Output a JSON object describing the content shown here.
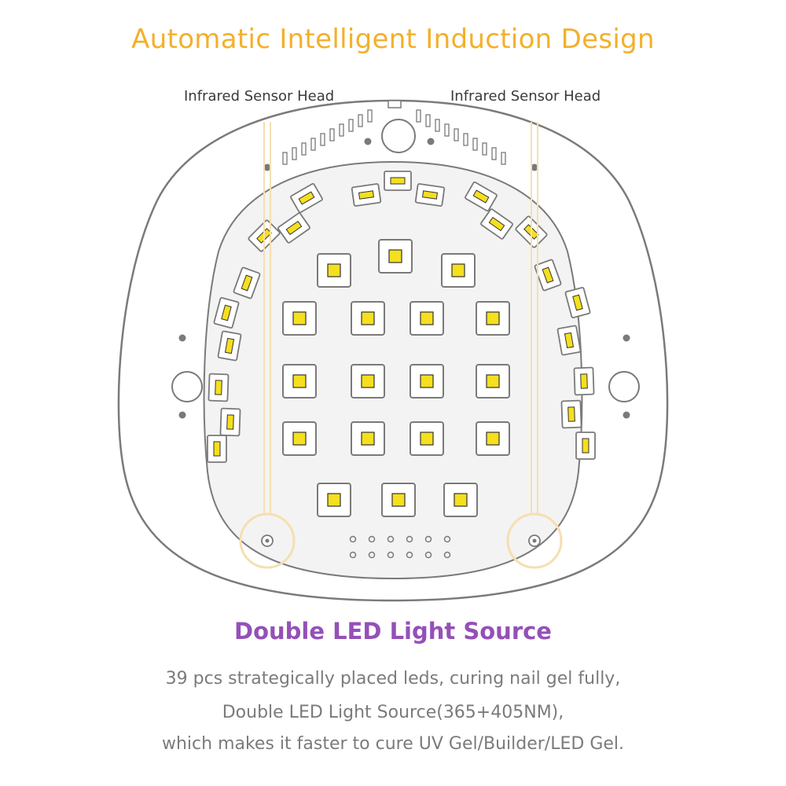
{
  "header": {
    "title": "Automatic Intelligent Induction Design",
    "title_color": "#f3b02a"
  },
  "sensor_labels": {
    "left": "Infrared Sensor Head",
    "right": "Infrared Sensor Head",
    "color": "#3a3a3a"
  },
  "product": {
    "name": "nail lamp diagram",
    "outline_color": "#7a7a7a",
    "led_fill": "#f5df1e",
    "sensor_highlight": "#f6dfb0",
    "led_count": 39
  },
  "feature": {
    "title": "Double LED Light Source",
    "title_color": "#9450b8",
    "lines": [
      "39 pcs strategically placed leds, curing nail gel fully,",
      "Double LED Light Source(365+405NM),",
      "which makes it faster to cure UV Gel/Builder/LED Gel."
    ],
    "text_color": "#7b7b7b"
  }
}
